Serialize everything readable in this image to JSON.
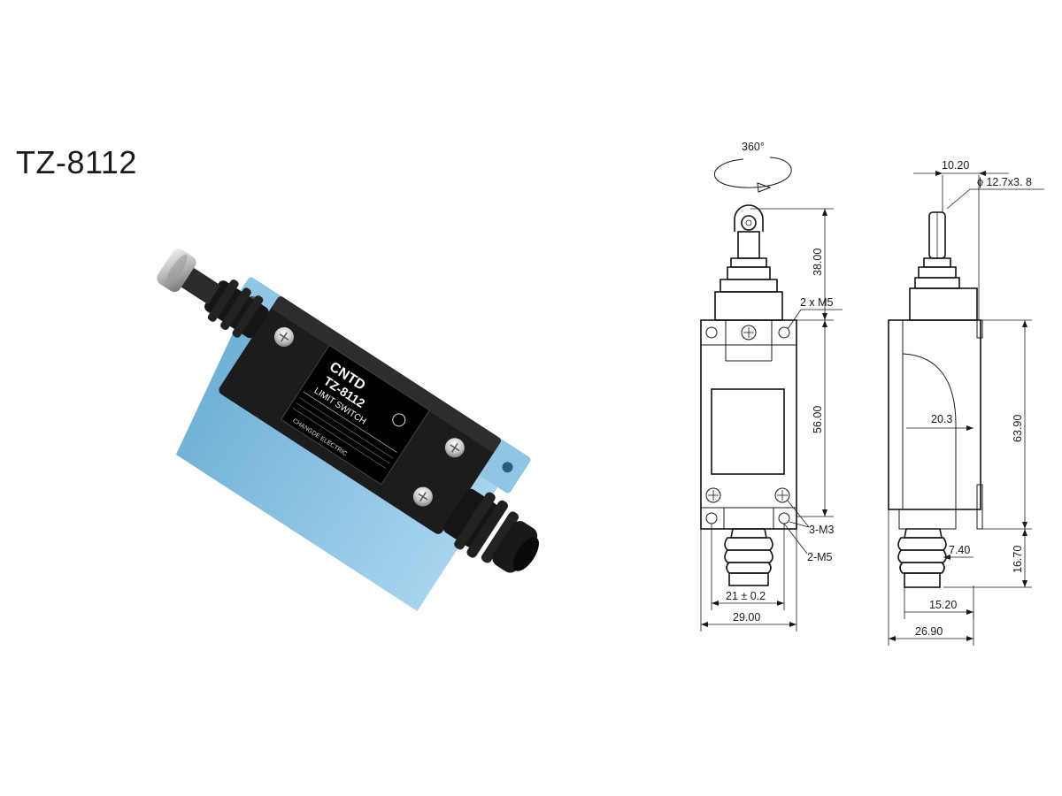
{
  "product": {
    "model": "TZ-8112",
    "label_brand": "CNTD",
    "label_model": "TZ-8112",
    "label_type": "LIMIT SWITCH",
    "label_maker": "CHANGDE ELECTRIC",
    "colors": {
      "body": "#1c1c1c",
      "base": "#8fc6e4",
      "label": "#000000"
    }
  },
  "drawing": {
    "rotation": "360°",
    "front": {
      "height_roller": "38.00",
      "mount_holes_top": "2 x M5",
      "body_height": "56.00",
      "screws": "3-M3",
      "mount_holes_bottom": "2-M5",
      "hole_spacing": "21 ± 0.2",
      "width": "29.00"
    },
    "side": {
      "roller_offset": "10.20",
      "roller_size": "ϕ 12.7x3. 8",
      "inner_width": "20.3",
      "body_height": "63.90",
      "plunger": "7.40",
      "bottom_height": "16.70",
      "bottom_width": "15.20",
      "total_width": "26.90"
    }
  }
}
